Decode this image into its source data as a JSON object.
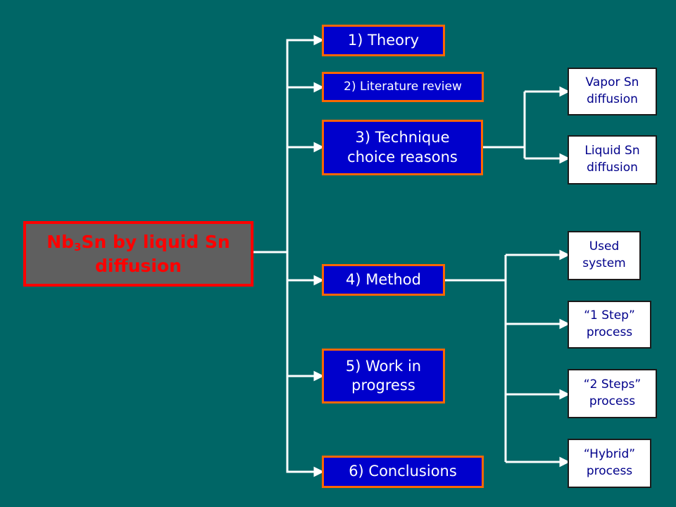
{
  "colors": {
    "background": "#006666",
    "root_fill": "#5f5f5f",
    "root_accent": "#ff0000",
    "topic_fill": "#0000cc",
    "topic_border": "#ff6600",
    "leaf_fill": "#ffffff",
    "leaf_text": "#00008b",
    "connector": "#ffffff"
  },
  "root": {
    "prefix": "Nb",
    "subscript": "3",
    "suffix": "Sn by liquid Sn",
    "line2": "diffusion"
  },
  "topics": [
    {
      "label": "1) Theory"
    },
    {
      "label": "2) Literature review"
    },
    {
      "label": "3) Technique\nchoice reasons"
    },
    {
      "label": "4) Method"
    },
    {
      "label": "5) Work in\nprogress"
    },
    {
      "label": "6) Conclusions"
    }
  ],
  "technique_children": [
    {
      "label": "Vapor Sn\ndiffusion"
    },
    {
      "label": "Liquid Sn\ndiffusion"
    }
  ],
  "method_children": [
    {
      "label": "Used\nsystem"
    },
    {
      "label": "“1 Step”\nprocess"
    },
    {
      "label": "“2 Steps”\nprocess"
    },
    {
      "label": "“Hybrid”\nprocess"
    }
  ]
}
